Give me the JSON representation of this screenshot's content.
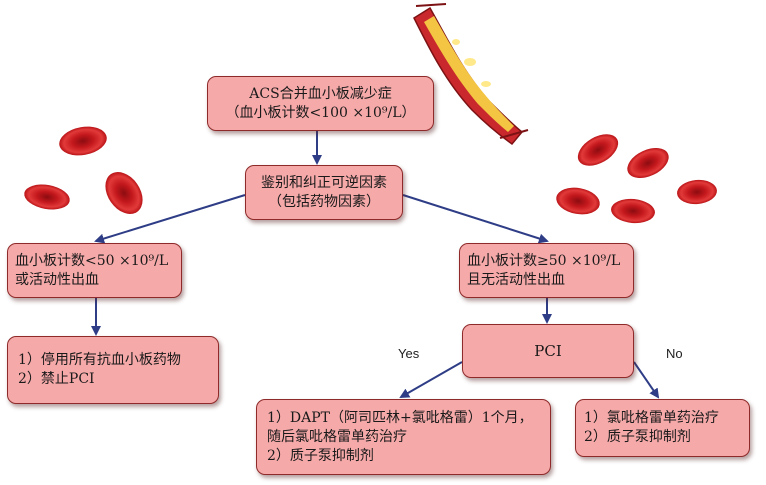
{
  "colors": {
    "box_fill": "#f6a9a9",
    "box_border": "#8f2a2a",
    "arrow": "#2e3d86",
    "blood_cell": "#d5262a"
  },
  "icons": [
    "blood-vessel-icon",
    "red-blood-cell-icon"
  ],
  "nodes": {
    "root": {
      "line1": "ACS合并血小板减少症",
      "line2": "（血小板计数<100 ×10⁹/L）"
    },
    "assess": {
      "line1": "鉴别和纠正可逆因素",
      "line2": "（包括药物因素）"
    },
    "low": {
      "line1": "血小板计数<50 ×10⁹/L",
      "line2": "或活动性出血"
    },
    "high": {
      "line1": "血小板计数≥50 ×10⁹/L",
      "line2": "且无活动性出血"
    },
    "stop": {
      "line1": "1）停用所有抗血小板药物",
      "line2": "2）禁止PCI"
    },
    "pci": {
      "line1": "PCI"
    },
    "dapt": {
      "line1": "1）DAPT（阿司匹林+氯吡格雷）1个月，",
      "line2": "随后氯吡格雷单药治疗",
      "line3": "2）质子泵抑制剂"
    },
    "mono": {
      "line1": "1）氯吡格雷单药治疗",
      "line2": "2）质子泵抑制剂"
    }
  },
  "edges": {
    "yes_label": "Yes",
    "no_label": "No"
  }
}
